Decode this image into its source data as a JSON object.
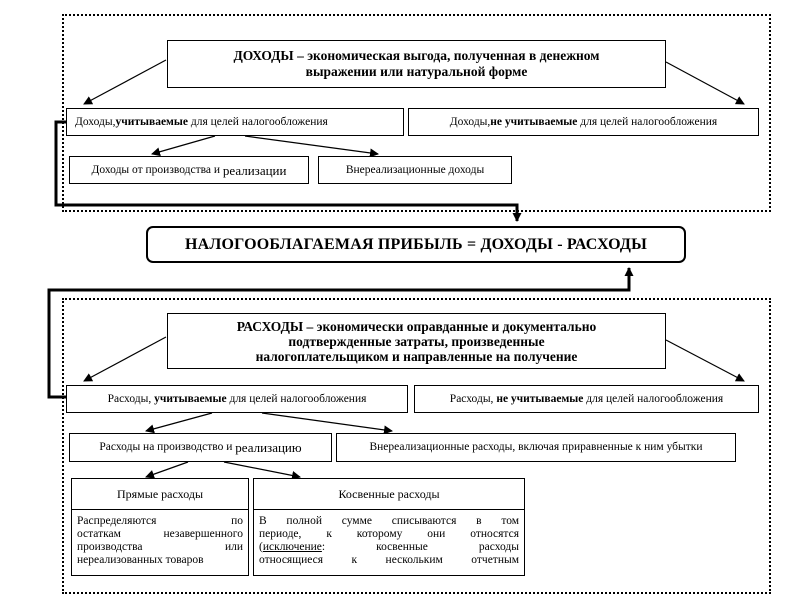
{
  "income": {
    "title_bold": "ДОХОДЫ",
    "title_rest": " – экономическая выгода, полученная в денежном",
    "title_line2": "выражении или натуральной форме",
    "accounted": {
      "pre": "Доходы, ",
      "bold": "учитываемые",
      "post": " для целей налогообложения"
    },
    "not_accounted": {
      "pre": "Доходы, ",
      "bold": "не учитываемые",
      "post": " для целей налогообложения"
    },
    "production": {
      "pre": "Доходы от производства и ",
      "big": "реализации"
    },
    "non_operating": "Внереализационные доходы"
  },
  "formula": "НАЛОГООБЛАГАЕМАЯ ПРИБЫЛЬ = ДОХОДЫ - РАСХОДЫ",
  "expenses": {
    "title_bold": "РАСХОДЫ",
    "title_rest": " – экономически оправданные и документально",
    "title_line2": "подтвержденные затраты, произведенные",
    "title_line3": "налогоплательщиком и направленные на получение",
    "accounted": {
      "pre": "Расходы, ",
      "bold": "учитываемые",
      "post": " для целей налогообложения"
    },
    "not_accounted": {
      "pre": "Расходы, ",
      "bold": "не учитываемые",
      "post": " для целей налогообложения"
    },
    "production": {
      "pre": "Расходы на производство и ",
      "big": "реализацию"
    },
    "non_operating": "Внереализационные расходы, включая приравненные к ним убытки",
    "direct": {
      "title": "Прямые расходы",
      "lines": [
        "Распределяются по",
        "остаткам незавершенного",
        "производства или",
        "нереализованных товаров"
      ]
    },
    "indirect": {
      "title": "Косвенные расходы",
      "line1": "В полной сумме списываются в том",
      "line2": "периоде, к которому они относятся",
      "line3_pre": "(",
      "line3_u": "исключение",
      "line3_post": ": косвенные расходы",
      "line4": "относящиеся к нескольким отчетным"
    }
  }
}
